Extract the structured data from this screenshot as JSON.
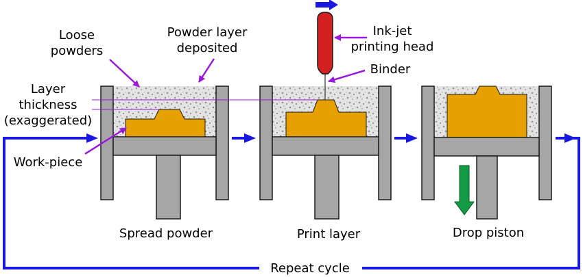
{
  "labels": {
    "loose_powders_line1": "Loose",
    "loose_powders_line2": "powders",
    "powder_layer_line1": "Powder layer",
    "powder_layer_line2": "deposited",
    "inkjet_line1": "Ink-jet",
    "inkjet_line2": "printing head",
    "binder": "Binder",
    "layer_thickness_line1": "Layer",
    "layer_thickness_line2": "thickness",
    "layer_thickness_line3": "(exaggerated)",
    "workpiece": "Work-piece",
    "step_spread": "Spread powder",
    "step_print": "Print layer",
    "step_drop": "Drop piston",
    "repeat": "Repeat cycle"
  },
  "colors": {
    "machine_fill": "#a6a6a6",
    "machine_stroke": "#1a1a1a",
    "powder": "#e4e4e4",
    "workpiece": "#e6a000",
    "head": "#d42020",
    "flow_arrow": "#1818e0",
    "pointer": "#9a18d8",
    "drop_arrow": "#139a45"
  },
  "icons": {
    "head_motion": "arrow-right-icon",
    "drop_motion": "arrow-down-icon"
  }
}
